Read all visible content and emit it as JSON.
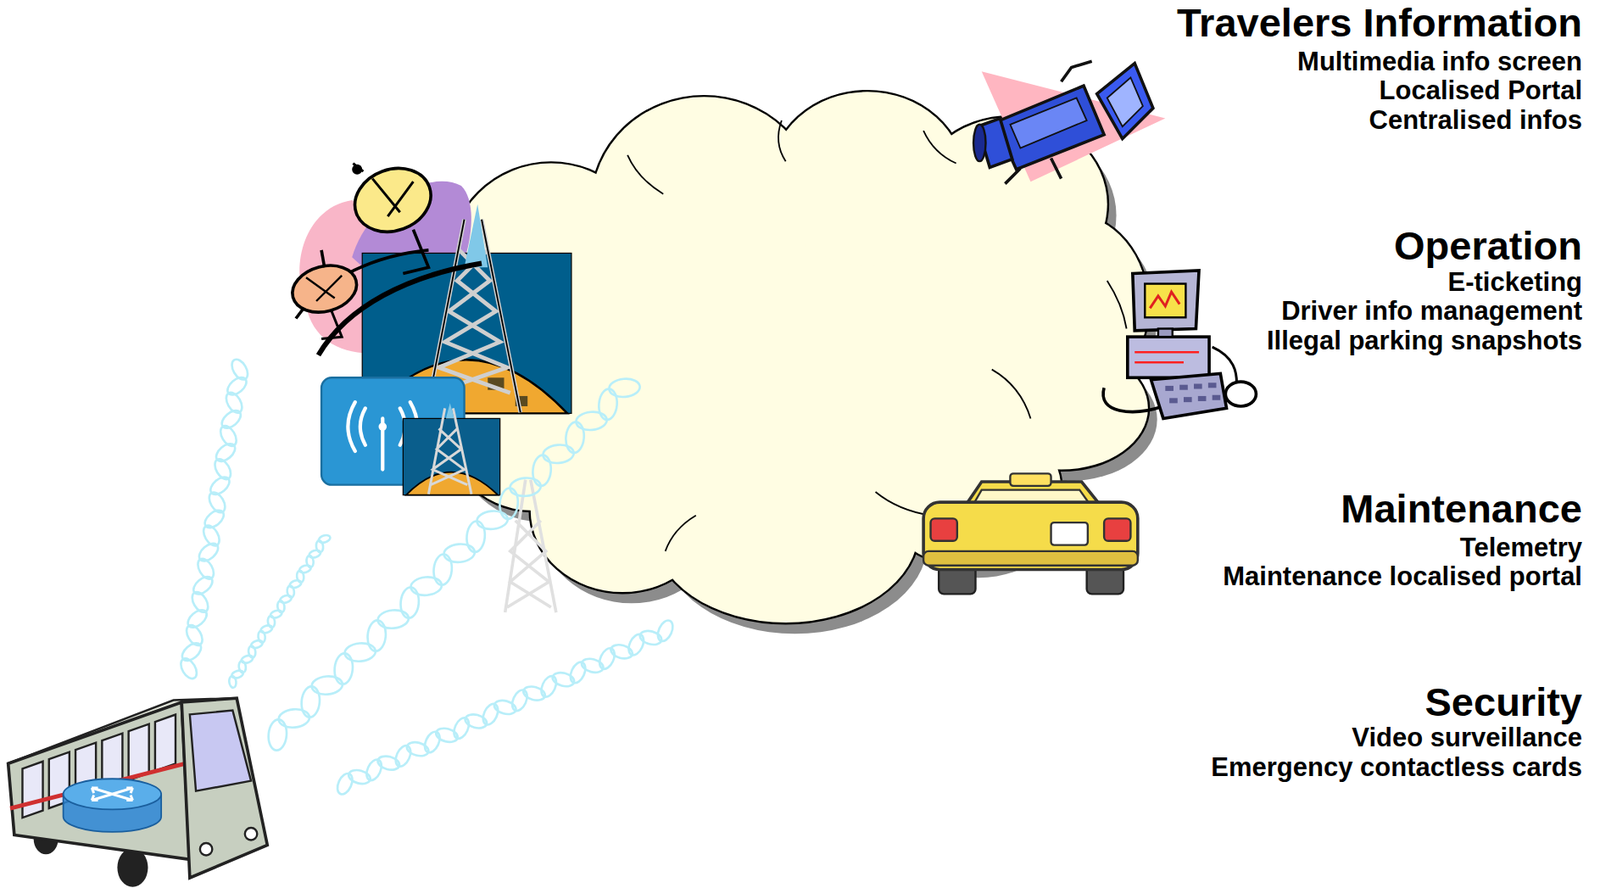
{
  "diagram": {
    "labels": [
      "Travelers Information",
      "Multimedia info screen",
      "Localised Portal",
      "Centralised infos",
      "Operation",
      "E-ticketing",
      "Driver info management",
      "Illegal parking snapshots",
      "Maintenance",
      "Telemetry",
      "Maintenance localised portal",
      "Security",
      "Video surveillance",
      "Emergency contactless cards"
    ]
  }
}
